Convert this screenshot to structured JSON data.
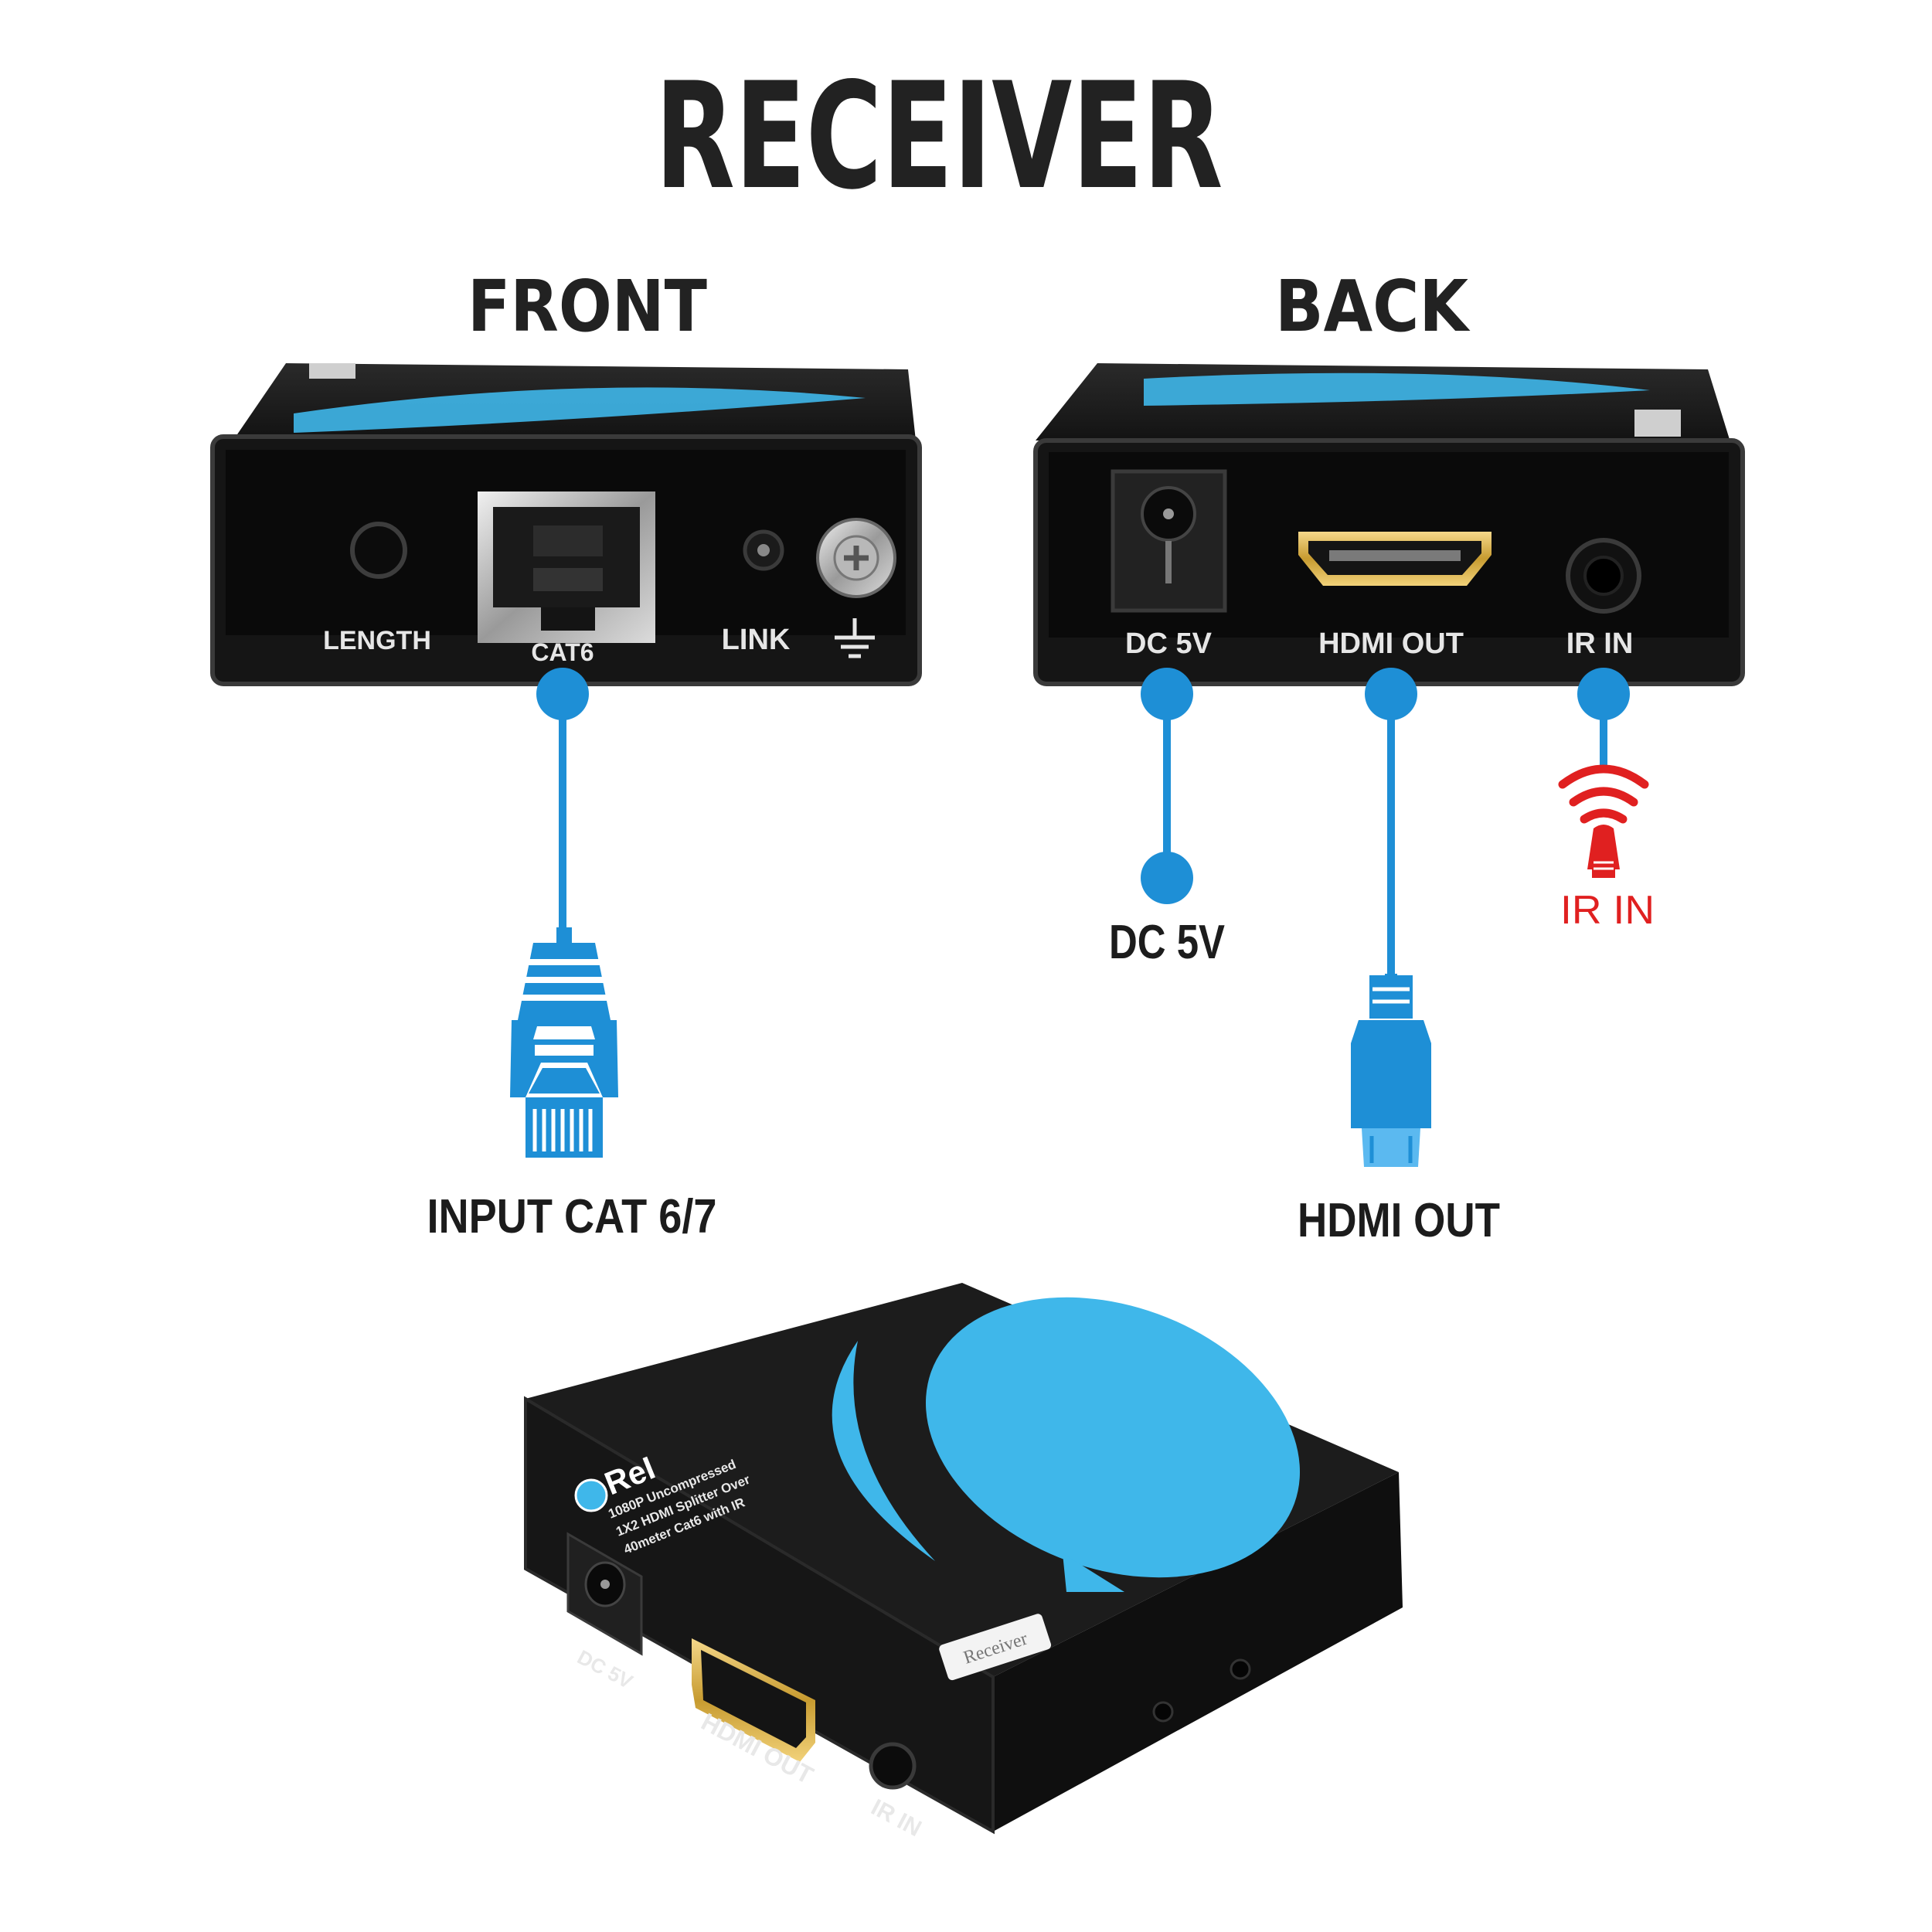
{
  "title": "RECEIVER",
  "sections": {
    "front": "FRONT",
    "back": "BACK"
  },
  "front_panel": {
    "length": "LENGTH",
    "cat6": "CAT6",
    "link": "LINK"
  },
  "back_panel": {
    "dc": "DC 5V",
    "hdmi": "HDMI OUT",
    "ir": "IR IN"
  },
  "callouts": {
    "input": "INPUT CAT 6/7",
    "dc": "DC 5V",
    "hdmi": "HDMI OUT",
    "ir": "IR IN"
  },
  "device": {
    "brand": "ReI",
    "description_lines": [
      "1080P Uncompressed",
      "1X2 HDMI Splitter Over",
      "40meter Cat6 with IR"
    ],
    "sticker": "Receiver",
    "port_dc": "DC 5V",
    "port_hdmi": "HDMI OUT",
    "port_ir": "IR IN"
  },
  "colors": {
    "accent_blue": "#1e8fd6",
    "ir_red": "#e02020",
    "device_black": "#161616",
    "logo_blue": "#3fb7ea"
  },
  "icons": [
    "ethernet-plug-icon",
    "hdmi-plug-icon",
    "ir-remote-icon",
    "ground-icon"
  ]
}
